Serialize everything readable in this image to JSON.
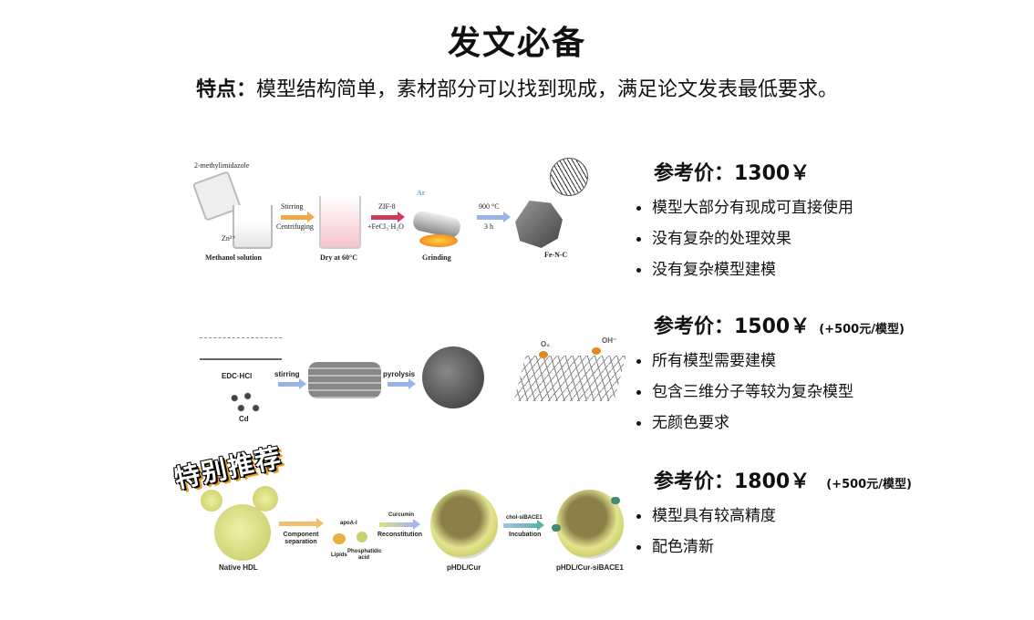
{
  "header": {
    "title": "发文必备",
    "features_label": "特点：",
    "features_text": "模型结构简单，素材部分可以找到现成，满足论文发表最低要求。"
  },
  "tiers": [
    {
      "price_label": "参考价：1300￥",
      "extra": "",
      "bullets": [
        "模型大部分有现成可直接使用",
        "没有复杂的处理效果",
        "没有复杂模型建模"
      ],
      "figure": {
        "labels": [
          "2-methylimidazole",
          "Zn²⁺",
          "Methanol solution",
          "Stirring",
          "Centrifuging",
          "Dry at 60°C",
          "ZIF-8",
          "+FeCl₃·H₂O",
          "Ar",
          "Grinding",
          "900 °C",
          "3 h",
          "Fe-N-C"
        ]
      }
    },
    {
      "price_label": "参考价：1500￥",
      "extra": "(+500元/模型)",
      "bullets": [
        "所有模型需要建模",
        "包含三维分子等较为复杂模型",
        "无颜色要求"
      ],
      "figure": {
        "labels": [
          "EDC·HCl",
          "Cd",
          "stirring",
          "pyrolysis",
          "O₂",
          "OH⁻"
        ]
      }
    },
    {
      "price_label": "参考价：1800￥",
      "extra": "(+500元/模型)",
      "bullets": [
        "模型具有较高精度",
        "配色清新"
      ],
      "badge": "特别推荐",
      "figure": {
        "labels": [
          "Native HDL",
          "Component separation",
          "apoA-I",
          "Lipids",
          "Phosphatidic acid",
          "Curcumin",
          "Reconstitution",
          "pHDL/Cur",
          "chol-siBACE1",
          "Incubation",
          "pHDL/Cur-siBACE1"
        ]
      }
    }
  ],
  "colors": {
    "text": "#111111",
    "badge_outline": "#e8a020",
    "arrow_orange": "#f0a848",
    "arrow_red": "#d23a5a",
    "arrow_blue": "#9ab4e8",
    "arrow_teal": "#5fb0a8"
  }
}
